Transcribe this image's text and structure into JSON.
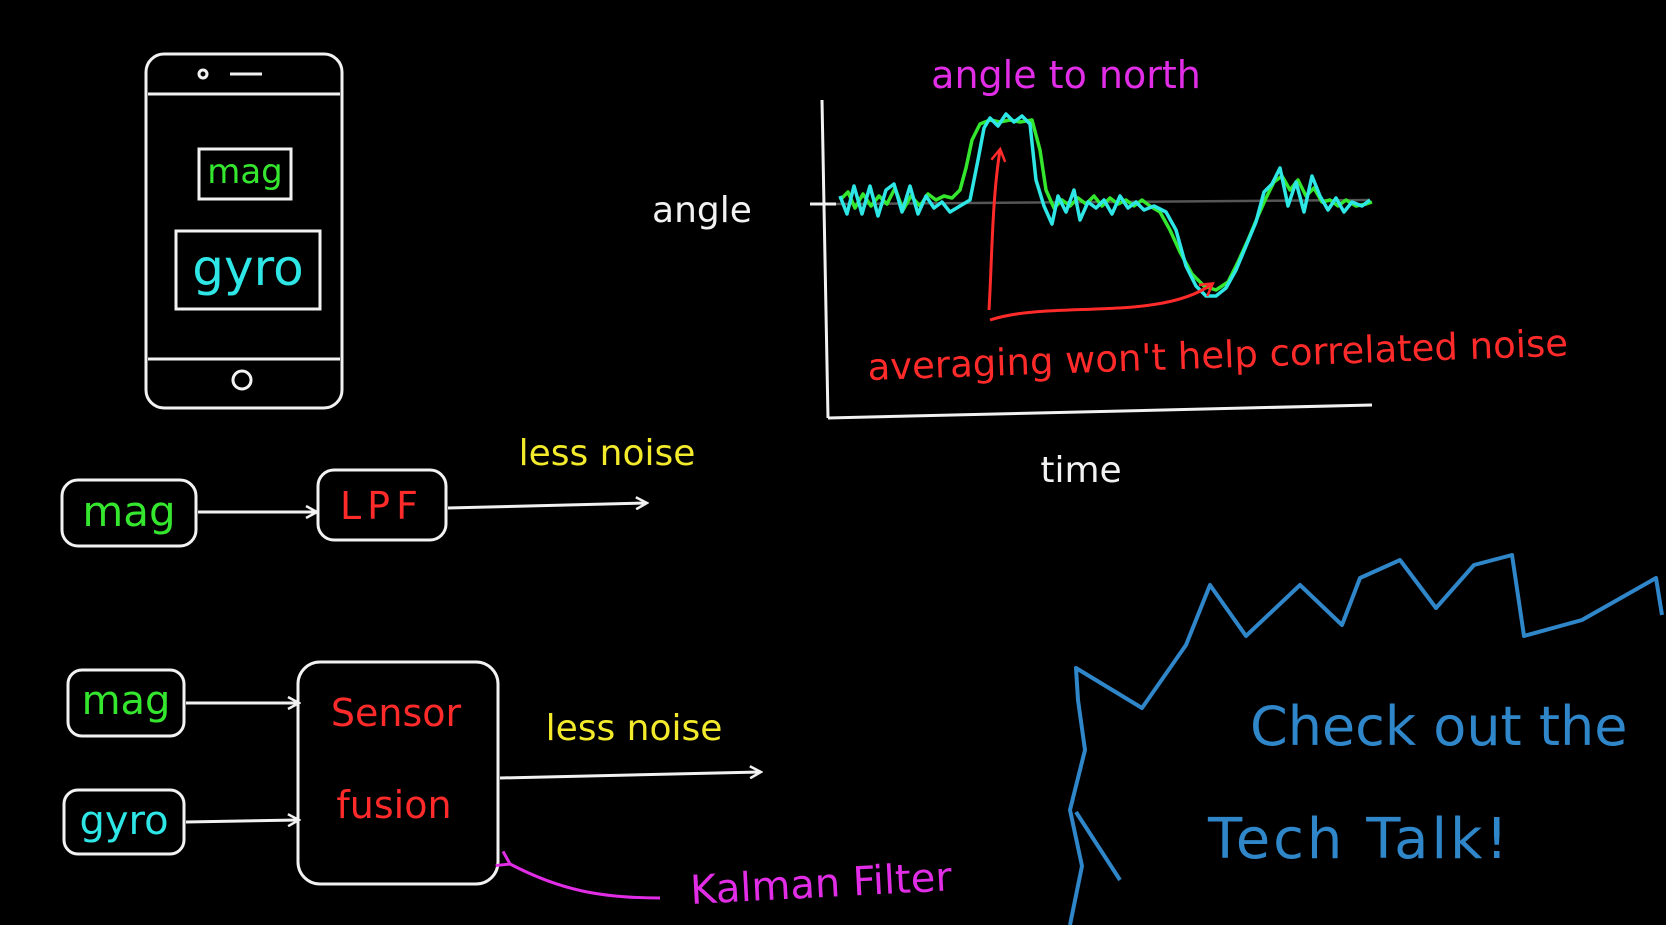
{
  "colors": {
    "white": "#f2f2f2",
    "green": "#35e62e",
    "cyan": "#2ee6e6",
    "red": "#ff2a2a",
    "yellow": "#f2ea2a",
    "magenta": "#e12ee6",
    "blue": "#2f86c9",
    "gray": "#555555"
  },
  "phone": {
    "mag_label": "mag",
    "gyro_label": "gyro"
  },
  "graph": {
    "title": "angle to north",
    "ylabel": "angle",
    "xlabel": "time",
    "annotation": "averaging won't help correlated noise"
  },
  "lpf_chain": {
    "input_label": "mag",
    "filter_label": "LPF",
    "output_label": "less noise"
  },
  "fusion_chain": {
    "input1_label": "mag",
    "input2_label": "gyro",
    "block_line1": "Sensor",
    "block_line2": "fusion",
    "output_label": "less noise",
    "pointer_label": "Kalman Filter"
  },
  "callout": {
    "line1": "Check out the",
    "line2": "Tech Talk!"
  }
}
